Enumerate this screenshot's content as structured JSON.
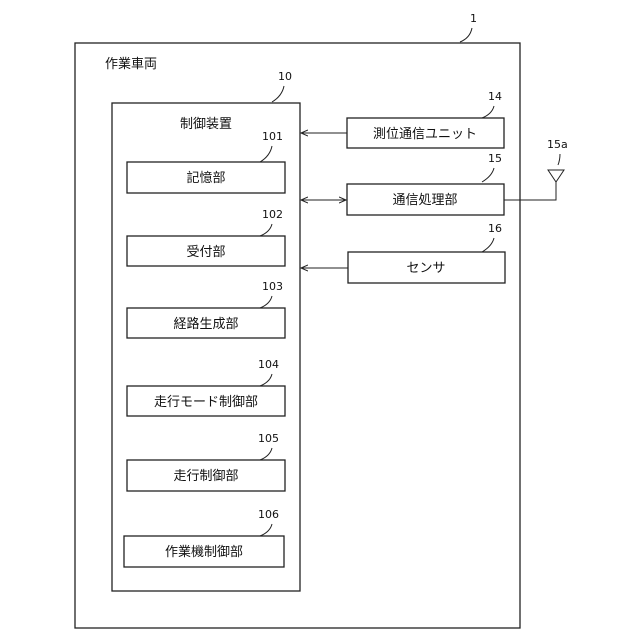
{
  "figure": {
    "number": "1",
    "vehicle": {
      "label": "作業車両"
    },
    "controller": {
      "number": "10",
      "label": "制御装置",
      "units": [
        {
          "number": "101",
          "label": "記憶部"
        },
        {
          "number": "102",
          "label": "受付部"
        },
        {
          "number": "103",
          "label": "経路生成部"
        },
        {
          "number": "104",
          "label": "走行モード制御部"
        },
        {
          "number": "105",
          "label": "走行制御部"
        },
        {
          "number": "106",
          "label": "作業機制御部"
        }
      ]
    },
    "external": [
      {
        "number": "14",
        "label": "測位通信ユニット"
      },
      {
        "number": "15",
        "label": "通信処理部"
      },
      {
        "number": "16",
        "label": "センサ"
      }
    ],
    "antenna": {
      "number": "15a"
    }
  }
}
